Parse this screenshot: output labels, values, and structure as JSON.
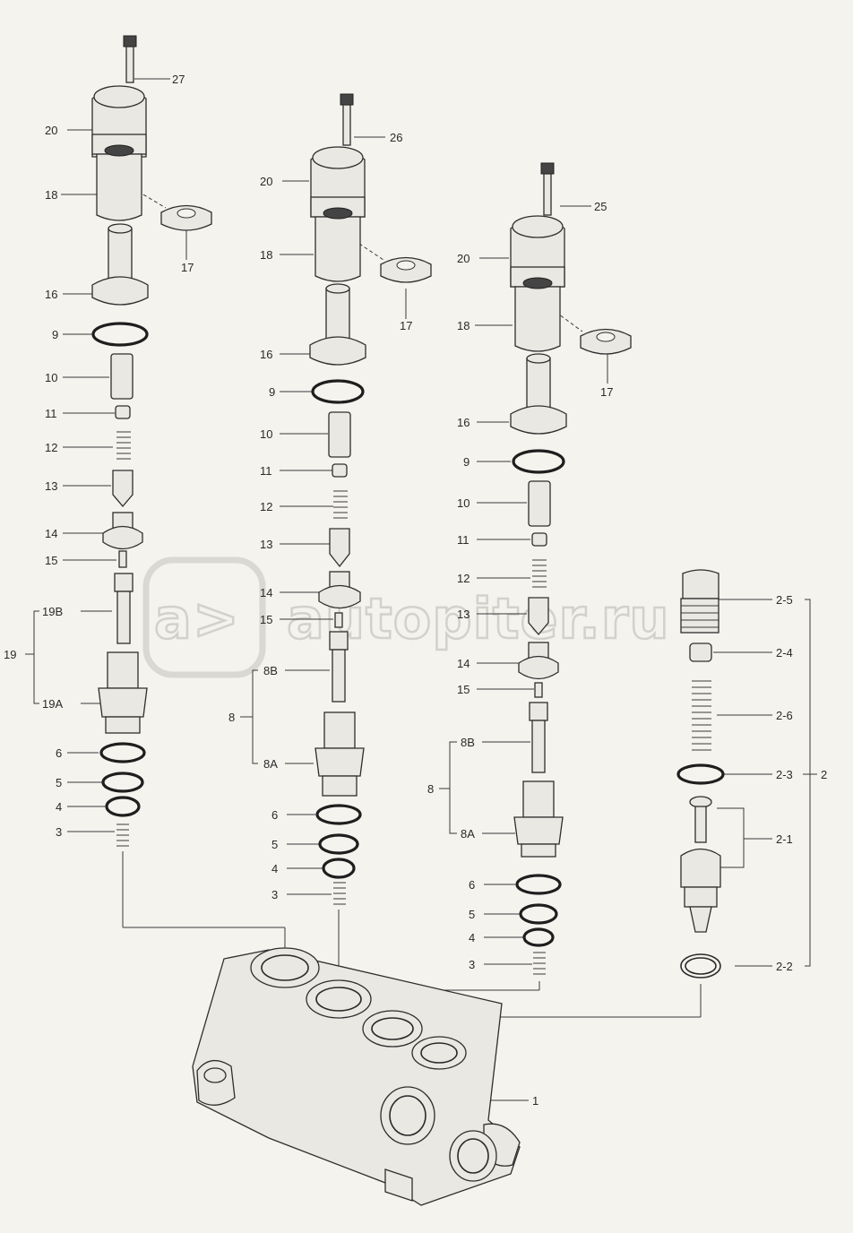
{
  "watermark": {
    "text": "autopiter.ru",
    "mark": "a>"
  },
  "labels": {
    "a": {
      "p27": "27",
      "p20": "20",
      "p18": "18",
      "p17": "17",
      "p16": "16",
      "p9": "9",
      "p10": "10",
      "p11": "11",
      "p12": "12",
      "p13": "13",
      "p14": "14",
      "p15": "15",
      "p19": "19",
      "p19b": "19B",
      "p19a": "19A",
      "p6": "6",
      "p5": "5",
      "p4": "4",
      "p3": "3"
    },
    "b": {
      "p26": "26",
      "p20": "20",
      "p18": "18",
      "p17": "17",
      "p16": "16",
      "p9": "9",
      "p10": "10",
      "p11": "11",
      "p12": "12",
      "p13": "13",
      "p14": "14",
      "p15": "15",
      "p8": "8",
      "p8b": "8B",
      "p8a": "8A",
      "p6": "6",
      "p5": "5",
      "p4": "4",
      "p3": "3"
    },
    "c": {
      "p25": "25",
      "p20": "20",
      "p18": "18",
      "p17": "17",
      "p16": "16",
      "p9": "9",
      "p10": "10",
      "p11": "11",
      "p12": "12",
      "p13": "13",
      "p14": "14",
      "p15": "15",
      "p8": "8",
      "p8b": "8B",
      "p8a": "8A",
      "p6": "6",
      "p5": "5",
      "p4": "4",
      "p3": "3"
    },
    "d": {
      "p2_5": "2-5",
      "p2_4": "2-4",
      "p2_6": "2-6",
      "p2_3": "2-3",
      "p2": "2",
      "p2_1": "2-1",
      "p2_2": "2-2"
    },
    "body": {
      "p1": "1"
    }
  }
}
